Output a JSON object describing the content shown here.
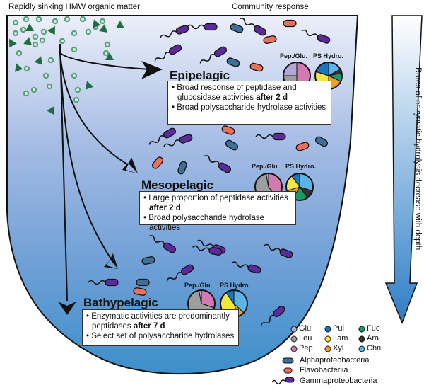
{
  "headers": {
    "left": "Rapidly sinking HMW organic matter",
    "right": "Community response"
  },
  "depth_arrow_label": "Rates of enzymatic hydrolysis decrease with depth",
  "pie_labels": {
    "peptidase": "Pep./Glu.",
    "polysaccharide": "PS Hydro."
  },
  "zones": [
    {
      "title": "Epipelagic",
      "bullets": [
        {
          "text": "Broad response of peptidase and glucosidase activities ",
          "bold": "after 2 d"
        },
        {
          "text": "Broad polysaccharide hydrolase activities",
          "bold": ""
        }
      ],
      "pep_glu": [
        {
          "key": "Pep",
          "value": 50
        },
        {
          "key": "Leu",
          "value": 25
        },
        {
          "key": "Glu",
          "value": 25
        }
      ],
      "ps_hydro": [
        {
          "key": "Chn",
          "value": 17
        },
        {
          "key": "Ara",
          "value": 5
        },
        {
          "key": "Fuc",
          "value": 10
        },
        {
          "key": "Xyl",
          "value": 18
        },
        {
          "key": "Lam",
          "value": 30
        },
        {
          "key": "Pul",
          "value": 20
        }
      ]
    },
    {
      "title": "Mesopelagic",
      "bullets": [
        {
          "text": "Large proportion of peptidase activities ",
          "bold": "after 2 d"
        },
        {
          "text": "Broad polysaccharide hydrolase activities",
          "bold": ""
        }
      ],
      "pep_glu": [
        {
          "key": "Pep",
          "value": 40
        },
        {
          "key": "Leu",
          "value": 57
        },
        {
          "key": "Glu",
          "value": 3
        }
      ],
      "ps_hydro": [
        {
          "key": "Chn",
          "value": 30
        },
        {
          "key": "Ara",
          "value": 10
        },
        {
          "key": "Fuc",
          "value": 18
        },
        {
          "key": "Xyl",
          "value": 12
        },
        {
          "key": "Lam",
          "value": 20
        },
        {
          "key": "Pul",
          "value": 10
        }
      ]
    },
    {
      "title": "Bathypelagic",
      "bullets": [
        {
          "text": "Enzymatic activities are predominantly peptidases ",
          "bold": "after 7 d"
        },
        {
          "text": "Select set of polysaccharide hydrolases",
          "bold": ""
        }
      ],
      "pep_glu": [
        {
          "key": "Pep",
          "value": 30
        },
        {
          "key": "Leu",
          "value": 67
        },
        {
          "key": "Glu",
          "value": 3
        }
      ],
      "ps_hydro": [
        {
          "key": "Chn",
          "value": 37
        },
        {
          "key": "Xyl",
          "value": 8
        },
        {
          "key": "Lam",
          "value": 45
        },
        {
          "key": "Pul",
          "value": 10
        }
      ]
    }
  ],
  "substrate_legend": [
    {
      "key": "Glu",
      "color": "#b3a7d6"
    },
    {
      "key": "Pul",
      "color": "#1b75bc"
    },
    {
      "key": "Fuc",
      "color": "#1a9a6c"
    },
    {
      "key": "Leu",
      "color": "#9e9e9e"
    },
    {
      "key": "Lam",
      "color": "#f2e640"
    },
    {
      "key": "Ara",
      "color": "#333333"
    },
    {
      "key": "Pep",
      "color": "#d37ab0"
    },
    {
      "key": "Xyl",
      "color": "#f0a020"
    },
    {
      "key": "Chn",
      "color": "#5ab4e8"
    }
  ],
  "taxa_legend": [
    {
      "name": "Alphaproteobacteria",
      "color": "#3d6f9a"
    },
    {
      "name": "Flavobacteriia",
      "color": "#e8705f"
    },
    {
      "name": "Gammaproteobacteria",
      "color": "#5c2a9a"
    }
  ],
  "colors": {
    "particle_green": "#1f6e3e",
    "water_top": "#e9edf8",
    "water_bottom": "#3d8fcb"
  }
}
